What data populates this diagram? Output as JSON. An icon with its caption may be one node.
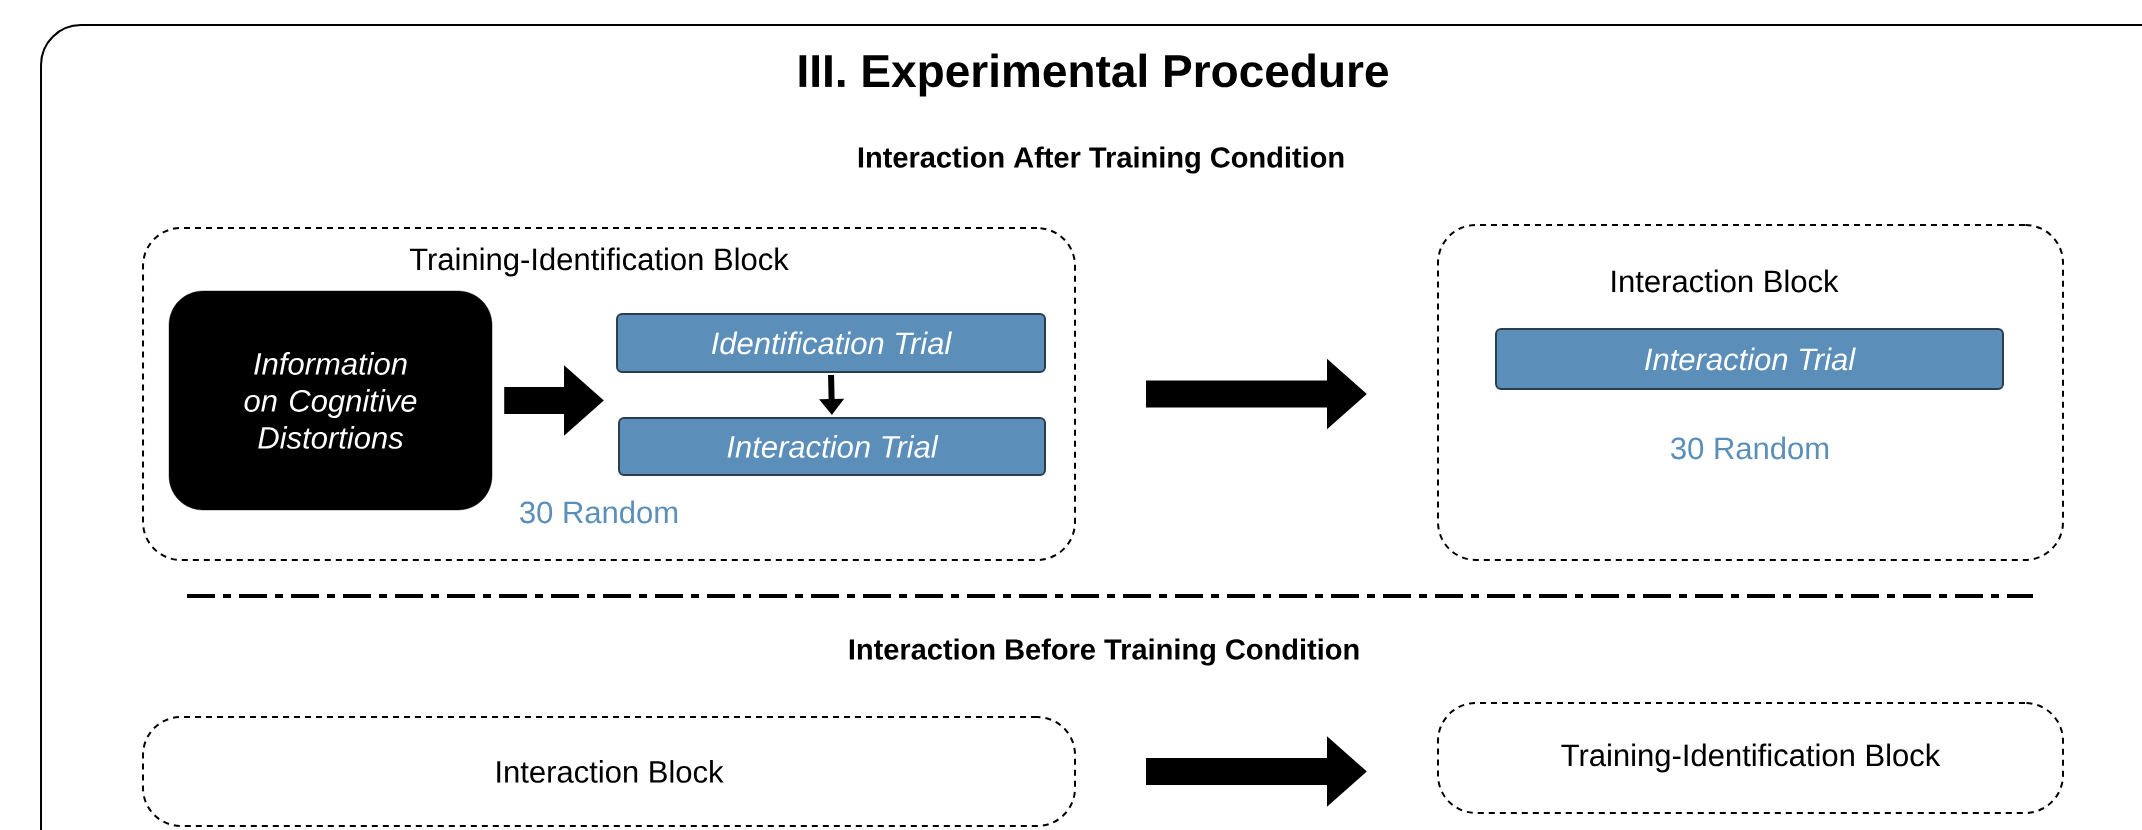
{
  "diagram": {
    "title": "III. Experimental Procedure",
    "nodes": [
      {
        "text": [
          "Training-Identification Block",
          "30 Random"
        ]
      },
      {
        "text": [
          "Information on Cognitive Distortions"
        ],
        "in": 0
      },
      {
        "text": [
          "Identification Trial"
        ],
        "in": 0
      },
      {
        "text": [
          "Interaction Trial"
        ],
        "in": 0
      },
      {
        "text": [
          "Interaction Block",
          "30 Random"
        ]
      },
      {
        "text": [
          "Interaction Trial"
        ],
        "in": 4
      },
      {
        "text": [
          "Interaction Block"
        ]
      },
      {
        "text": [
          "Training-Identification Block"
        ]
      }
    ],
    "edges": [
      {
        "from": 1,
        "to": 2,
        "arrow": "to"
      },
      {
        "from": 2,
        "to": 3,
        "arrow": "to"
      },
      {
        "from": 0,
        "to": 4,
        "arrow": "to"
      },
      {
        "from": 6,
        "to": 7,
        "arrow": "to"
      }
    ],
    "labels": [
      "Interaction After Training Condition",
      "Interaction Before Training Condition"
    ]
  }
}
